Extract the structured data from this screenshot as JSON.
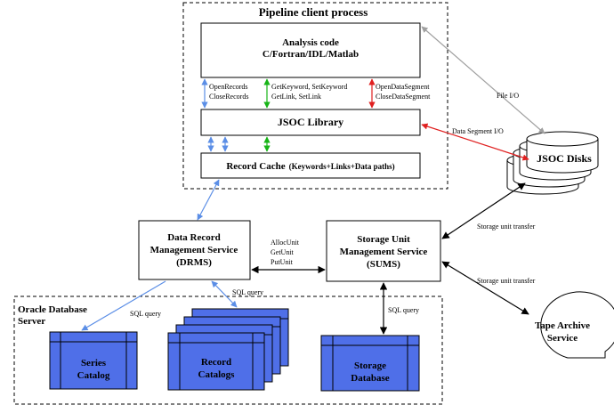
{
  "pipeline_client": {
    "title": "Pipeline client process",
    "analysis_code": {
      "line1": "Analysis code",
      "line2": "C/Fortran/IDL/Matlab"
    },
    "jsoc_library": "JSOC Library",
    "record_cache": {
      "main": "Record Cache",
      "sub": "(Keywords+Links+Data paths)"
    },
    "labels": {
      "open_records": "OpenRecords",
      "close_records": "CloseRecords",
      "get_keyword": "GetKeyword, SetKeyword",
      "get_link": "GetLink, SetLink",
      "open_data_segment": "OpenDataSegment",
      "close_data_segment": "CloseDataSegment"
    }
  },
  "drms": {
    "line1": "Data Record",
    "line2": "Management Service",
    "line3": "(DRMS)"
  },
  "sums": {
    "line1": "Storage Unit",
    "line2": "Management Service",
    "line3": "(SUMS)"
  },
  "drms_sums_calls": {
    "alloc": "AllocUnit",
    "get": "GetUnit",
    "put": "PutUnit"
  },
  "jsoc_disks": "JSOC Disks",
  "tape_archive": {
    "line1": "Tape Archive",
    "line2": "Service"
  },
  "edge_labels": {
    "file_io": "File I/O",
    "data_segment_io": "Data Segment I/O",
    "storage_transfer_disks": "Storage unit transfer",
    "storage_transfer_tape": "Storage unit transfer",
    "sql_query_drms": "SQL query",
    "sql_query_series": "SQL query",
    "sql_query_sums": "SQL query"
  },
  "oracle": {
    "line1": "Oracle Database",
    "line2": "Server",
    "series_catalog": {
      "line1": "Series",
      "line2": "Catalog"
    },
    "record_catalogs": {
      "line1": "Record",
      "line2": "Catalogs"
    },
    "storage_database": {
      "line1": "Storage",
      "line2": "Database"
    }
  },
  "colors": {
    "db_fill": "#4f6fe8",
    "blue_arrow": "#5b8ee6",
    "green_arrow": "#18b418",
    "red_arrow": "#e02020",
    "gray_arrow": "#a0a0a0",
    "black": "#000000"
  }
}
